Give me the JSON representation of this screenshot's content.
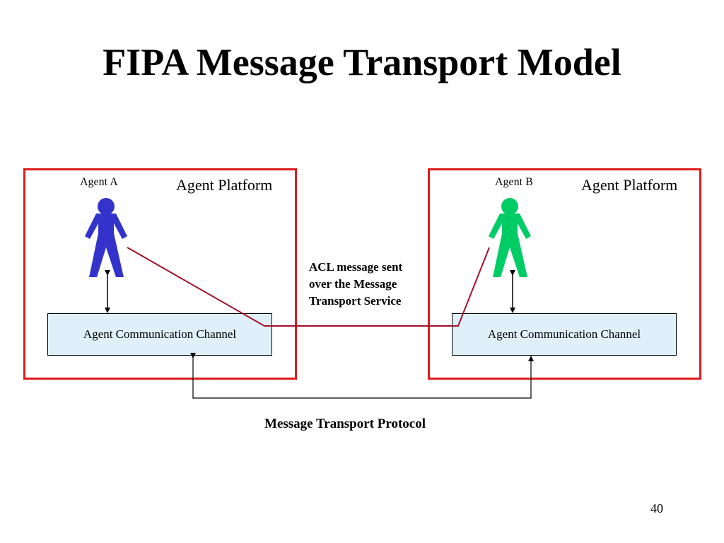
{
  "slide": {
    "title": "FIPA Message Transport Model",
    "page_number": "40"
  },
  "platforms": {
    "left": {
      "label": "Agent Platform",
      "agent_name": "Agent A",
      "agent_color": "#3333cc",
      "channel_label": "Agent Communication Channel"
    },
    "right": {
      "label": "Agent Platform",
      "agent_name": "Agent B",
      "agent_color": "#00cc66",
      "channel_label": "Agent Communication Channel"
    }
  },
  "acl_note": {
    "line1": "ACL message sent",
    "line2": "over the Message",
    "line3": "Transport Service"
  },
  "protocol_label": "Message Transport Protocol",
  "colors": {
    "platform_border": "#e01b1b",
    "channel_fill": "#dff0fa",
    "message_line": "#a0122a"
  }
}
